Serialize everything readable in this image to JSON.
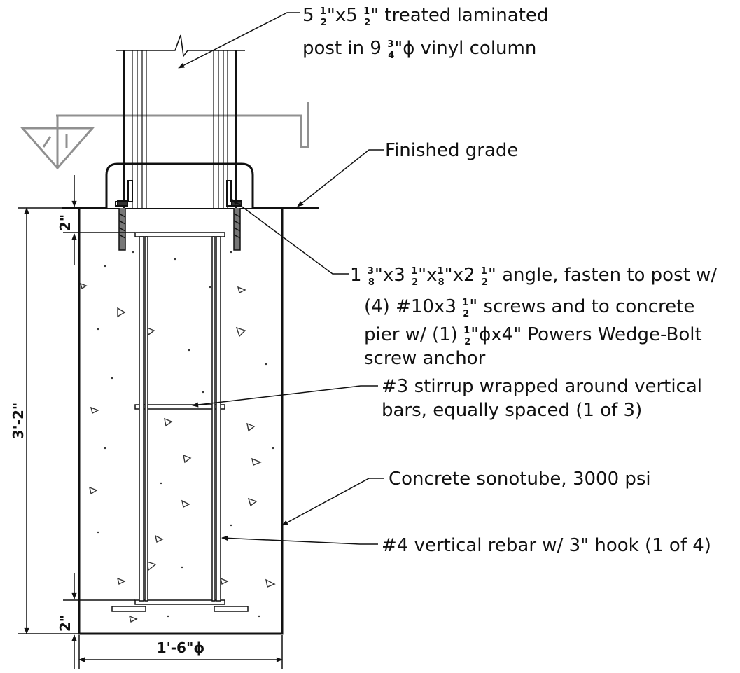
{
  "notes": {
    "post": {
      "line1_a": "5 ",
      "line1_frac1_num": "1",
      "line1_frac1_den": "2",
      "line1_b": "\"x5 ",
      "line1_frac2_num": "1",
      "line1_frac2_den": "2",
      "line1_c": "\" treated laminated",
      "line2_a": "post in 9 ",
      "line2_frac_num": "3",
      "line2_frac_den": "4",
      "line2_b": "\"ϕ vinyl column"
    },
    "grade": "Finished grade",
    "angle": {
      "l1_a": "1 ",
      "l1_f1n": "3",
      "l1_f1d": "8",
      "l1_b": "\"x3 ",
      "l1_f2n": "1",
      "l1_f2d": "2",
      "l1_c": "\"x",
      "l1_f3n": "1",
      "l1_f3d": "8",
      "l1_d": "\"x2 ",
      "l1_f4n": "1",
      "l1_f4d": "2",
      "l1_e": "\" angle, fasten to post w/",
      "l2_a": "(4) #10x3 ",
      "l2_fn": "1",
      "l2_fd": "2",
      "l2_b": "\" screws and to concrete",
      "l3_a": "pier w/ (1) ",
      "l3_fn": "1",
      "l3_fd": "2",
      "l3_b": "\"ϕx4\" Powers Wedge-Bolt",
      "l4": "screw anchor"
    },
    "stirrup": {
      "line1": "#3 stirrup wrapped around vertical",
      "line2": "bars, equally spaced (1 of 3)"
    },
    "sonotube": "Concrete sonotube, 3000 psi",
    "rebar": "#4 vertical rebar w/ 3\" hook (1 of 4)"
  },
  "dimensions": {
    "top_cover": "2\"",
    "height": "3'-2\"",
    "bottom_cover": "2\"",
    "diameter": "1'-6\"ϕ"
  },
  "colors": {
    "line": "#111111",
    "grey_symbol": "#909090"
  }
}
